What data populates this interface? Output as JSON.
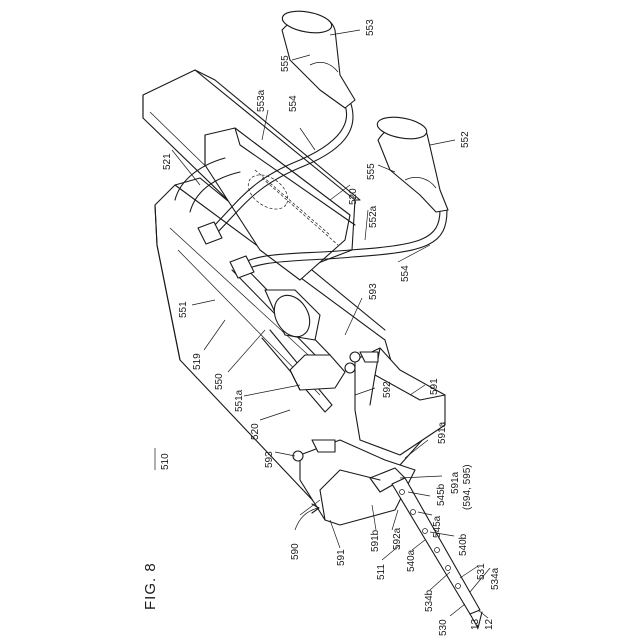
{
  "figure": {
    "title": "FIG. 8",
    "assembly_ref": "510"
  },
  "labels": {
    "l553": "553",
    "l555_top": "555",
    "l553a": "553a",
    "l554_top": "554",
    "l521": "521",
    "l552": "552",
    "l555_right": "555",
    "l520_top": "520",
    "l552a": "552a",
    "l554_right": "554",
    "l593_right": "593",
    "l551": "551",
    "l519": "519",
    "l550": "550",
    "l551a": "551a",
    "l592": "592",
    "l591_right": "591",
    "l520_left": "520",
    "l591a_top": "591a",
    "l593_left": "593",
    "l591a_mid": "591a",
    "l594_595": "(594, 595)",
    "l545b": "545b",
    "l590": "590",
    "l591_bottom": "591",
    "l591b": "591b",
    "l592a": "592a",
    "l545a": "545a",
    "l540b": "540b",
    "l511": "511",
    "l540a": "540a",
    "l531": "531",
    "l534a": "534a",
    "l534b": "534b",
    "l530": "530",
    "l13": "13",
    "l12": "12"
  }
}
